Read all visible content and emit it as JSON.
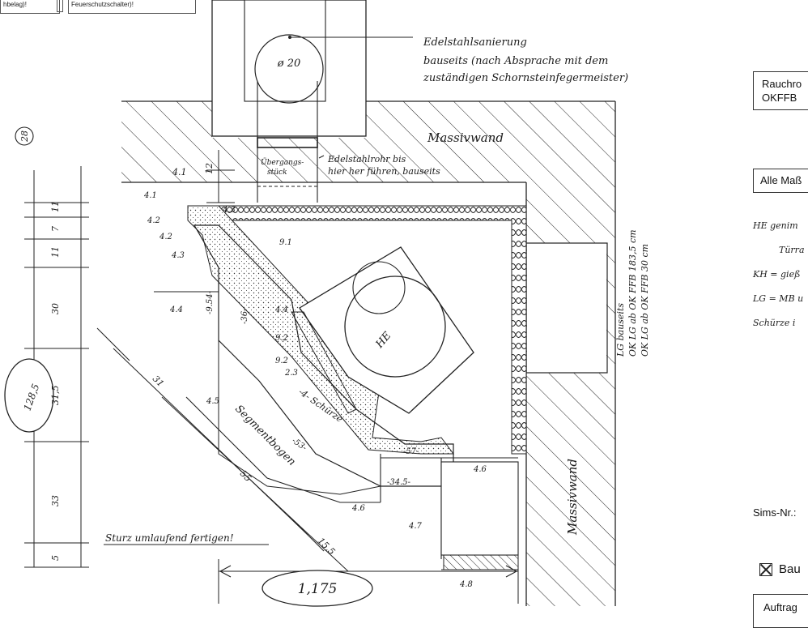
{
  "header": {
    "field_left": "hbelag)!",
    "field_right": "Feuerschutzschalter)!"
  },
  "diagram": {
    "flue_diameter": "ø 20",
    "sheet_number": "28",
    "note_stainless": [
      "Edelstahlsanierung",
      "bauseits (nach Absprache mit dem",
      "zuständigen Schornsteinfegermeister)"
    ],
    "wall_top_label": "Massivwand",
    "wall_right_label": "Massivwand",
    "pipe_note": [
      "Edelstahlrohr bis",
      "hier her führen, bauseits"
    ],
    "transition_piece": [
      "Übergangs-",
      "stück"
    ],
    "he_label": "HE",
    "segment_label": "Segmentbogen",
    "schuerze_label": "-4- Schürze",
    "footer_note": "Sturz umlaufend fertigen!",
    "total_width": "1,175",
    "vertical_notes": [
      "LG bauseits",
      "OK LG ab OK FFB 183,5 cm",
      "OK LG ab OK FFB 30 cm"
    ],
    "left_dims": [
      "11",
      "7",
      "11",
      "30",
      "31,5",
      "33",
      "5"
    ],
    "total_height": "128,5",
    "top_dims": [
      "4.1",
      "12"
    ],
    "diag_dims": [
      "31",
      "55",
      "15,5"
    ],
    "part_labels": [
      "4.1",
      "4.2",
      "4.2",
      "4.3",
      "4.3",
      "4.4",
      "4.4",
      "9.1",
      "9.2",
      "9.2",
      "2.3",
      "4.5",
      "4.6",
      "4.7",
      "4.8",
      "4.6"
    ],
    "inner_dims": [
      "-9.54-",
      "-36-",
      "-53-",
      "-34.5-",
      "-57-"
    ]
  },
  "right_panel": {
    "box1_lines": [
      "Rauchro",
      "OKFFB"
    ],
    "box2": "Alle Maß",
    "notes": [
      "HE  genim",
      "Türra",
      "KH = gieß",
      "LG = MB u",
      "Schürze i"
    ],
    "sims_label": "Sims-Nr.:",
    "checkbox_label": "Bau",
    "bottom_box": "Auftrag"
  }
}
